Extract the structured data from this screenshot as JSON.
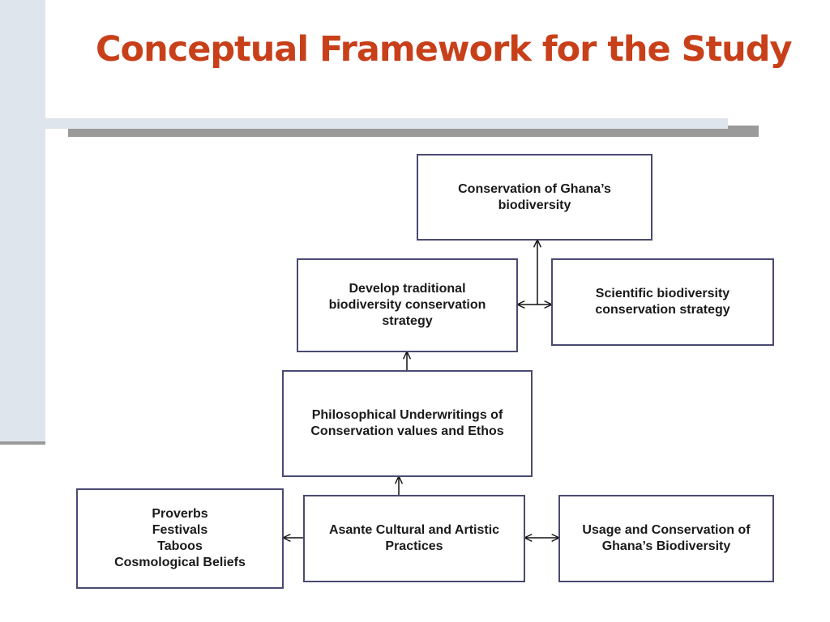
{
  "title": "Conceptual Framework for the Study",
  "nodes": {
    "conservation": [
      "Conservation of Ghana’s",
      "biodiversity"
    ],
    "traditional": [
      "Develop traditional",
      "biodiversity conservation",
      "strategy"
    ],
    "scientific": [
      "Scientific biodiversity",
      "conservation strategy"
    ],
    "philosophical": [
      "Philosophical Underwritings of",
      "Conservation values and Ethos"
    ],
    "practices": [
      "Proverbs",
      "Festivals",
      "Taboos",
      "Cosmological Beliefs"
    ],
    "asante": [
      "Asante Cultural and Artistic",
      "Practices"
    ],
    "usage": [
      "Usage and Conservation of",
      "Ghana’s Biodiversity"
    ]
  },
  "colors": {
    "title": "#c8401a",
    "box_border": "#4a4a72",
    "band": "#dfe5ec",
    "shadow": "#9a9a9a"
  }
}
